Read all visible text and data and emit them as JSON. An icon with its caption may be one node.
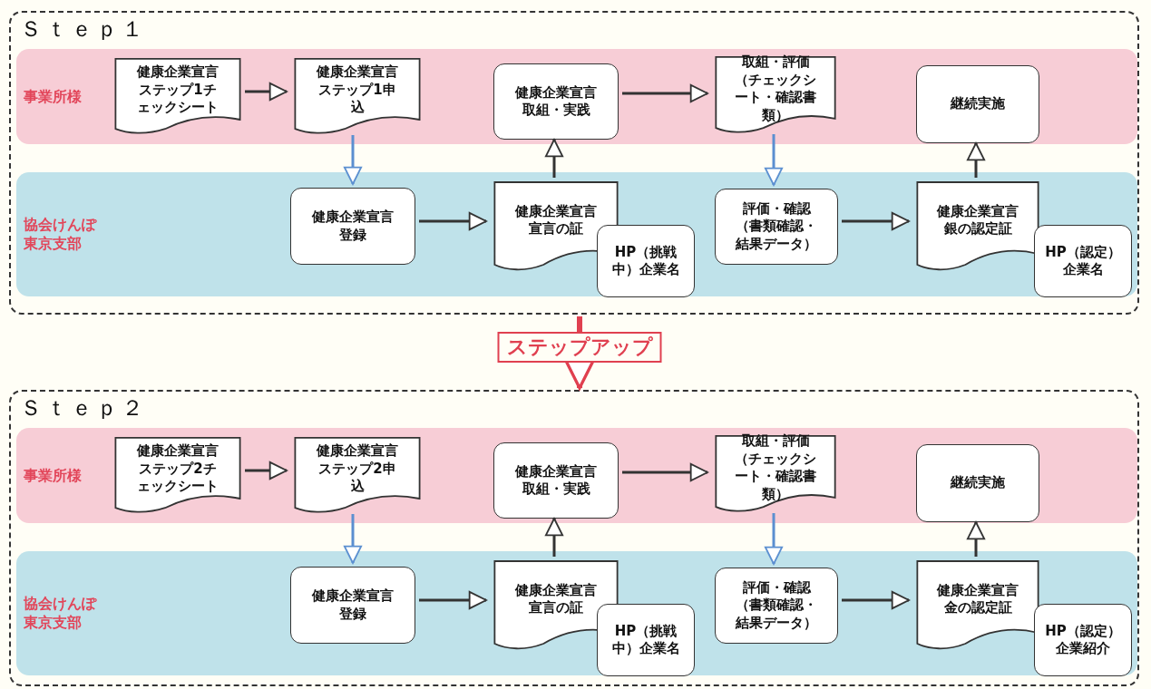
{
  "diagram": {
    "nodes": [
      {
        "text": [
          "Ｓｔｅｐ１"
        ]
      },
      {
        "text": [
          "事業所様"
        ],
        "in": 0
      },
      {
        "text": [
          "健康企業宣言ステップ1チェックシート"
        ],
        "in": 1
      },
      {
        "text": [
          "健康企業宣言ステップ1申込"
        ],
        "in": 1
      },
      {
        "text": [
          "健康企業宣言取組・実践"
        ],
        "in": 1
      },
      {
        "text": [
          "取組・評価（チェックシート・確認書類）"
        ],
        "in": 1
      },
      {
        "text": [
          "継続実施"
        ],
        "in": 1
      },
      {
        "text": [
          "協会けんぽ東京支部"
        ],
        "in": 0
      },
      {
        "text": [
          "健康企業宣言登録"
        ],
        "in": 7
      },
      {
        "text": [
          "健康企業宣言宣言の証"
        ],
        "in": 7
      },
      {
        "text": [
          "HP（挑戦中）企業名"
        ],
        "in": 7
      },
      {
        "text": [
          "評価・確認（書類確認・結果データ）"
        ],
        "in": 7
      },
      {
        "text": [
          "健康企業宣言銀の認定証"
        ],
        "in": 7
      },
      {
        "text": [
          "HP（認定）企業名"
        ],
        "in": 7
      },
      {
        "text": [
          "Ｓｔｅｐ２"
        ]
      },
      {
        "text": [
          "事業所様"
        ],
        "in": 14
      },
      {
        "text": [
          "健康企業宣言ステップ2チェックシート"
        ],
        "in": 15
      },
      {
        "text": [
          "健康企業宣言ステップ2申込"
        ],
        "in": 15
      },
      {
        "text": [
          "健康企業宣言取組・実践"
        ],
        "in": 15
      },
      {
        "text": [
          "取組・評価（チェックシート・確認書類）"
        ],
        "in": 15
      },
      {
        "text": [
          "継続実施"
        ],
        "in": 15
      },
      {
        "text": [
          "協会けんぽ東京支部"
        ],
        "in": 14
      },
      {
        "text": [
          "健康企業宣言登録"
        ],
        "in": 21
      },
      {
        "text": [
          "健康企業宣言宣言の証"
        ],
        "in": 21
      },
      {
        "text": [
          "HP（挑戦中）企業名"
        ],
        "in": 21
      },
      {
        "text": [
          "評価・確認（書類確認・結果データ）"
        ],
        "in": 21
      },
      {
        "text": [
          "健康企業宣言金の認定証"
        ],
        "in": 21
      },
      {
        "text": [
          "HP（認定）企業紹介"
        ],
        "in": 21
      }
    ],
    "edges": [
      {
        "from": 2,
        "to": 3,
        "arrow": "to"
      },
      {
        "from": 3,
        "to": 8,
        "arrow": "to",
        "color": "#5b8fd0"
      },
      {
        "from": 8,
        "to": 9,
        "arrow": "to"
      },
      {
        "from": 9,
        "to": 4,
        "arrow": "to"
      },
      {
        "from": 4,
        "to": 5,
        "arrow": "to"
      },
      {
        "from": 5,
        "to": 11,
        "arrow": "to",
        "color": "#5b8fd0"
      },
      {
        "from": 11,
        "to": 12,
        "arrow": "to"
      },
      {
        "from": 12,
        "to": 6,
        "arrow": "to"
      },
      {
        "from": 0,
        "to": 14,
        "arrow": "to",
        "label": "ステップアップ",
        "style": "thick",
        "color": "#e04050"
      },
      {
        "from": 16,
        "to": 17,
        "arrow": "to"
      },
      {
        "from": 17,
        "to": 22,
        "arrow": "to",
        "color": "#5b8fd0"
      },
      {
        "from": 22,
        "to": 23,
        "arrow": "to"
      },
      {
        "from": 23,
        "to": 18,
        "arrow": "to"
      },
      {
        "from": 18,
        "to": 19,
        "arrow": "to"
      },
      {
        "from": 19,
        "to": 25,
        "arrow": "to",
        "color": "#5b8fd0"
      },
      {
        "from": 25,
        "to": 26,
        "arrow": "to"
      },
      {
        "from": 26,
        "to": 20,
        "arrow": "to"
      }
    ]
  }
}
